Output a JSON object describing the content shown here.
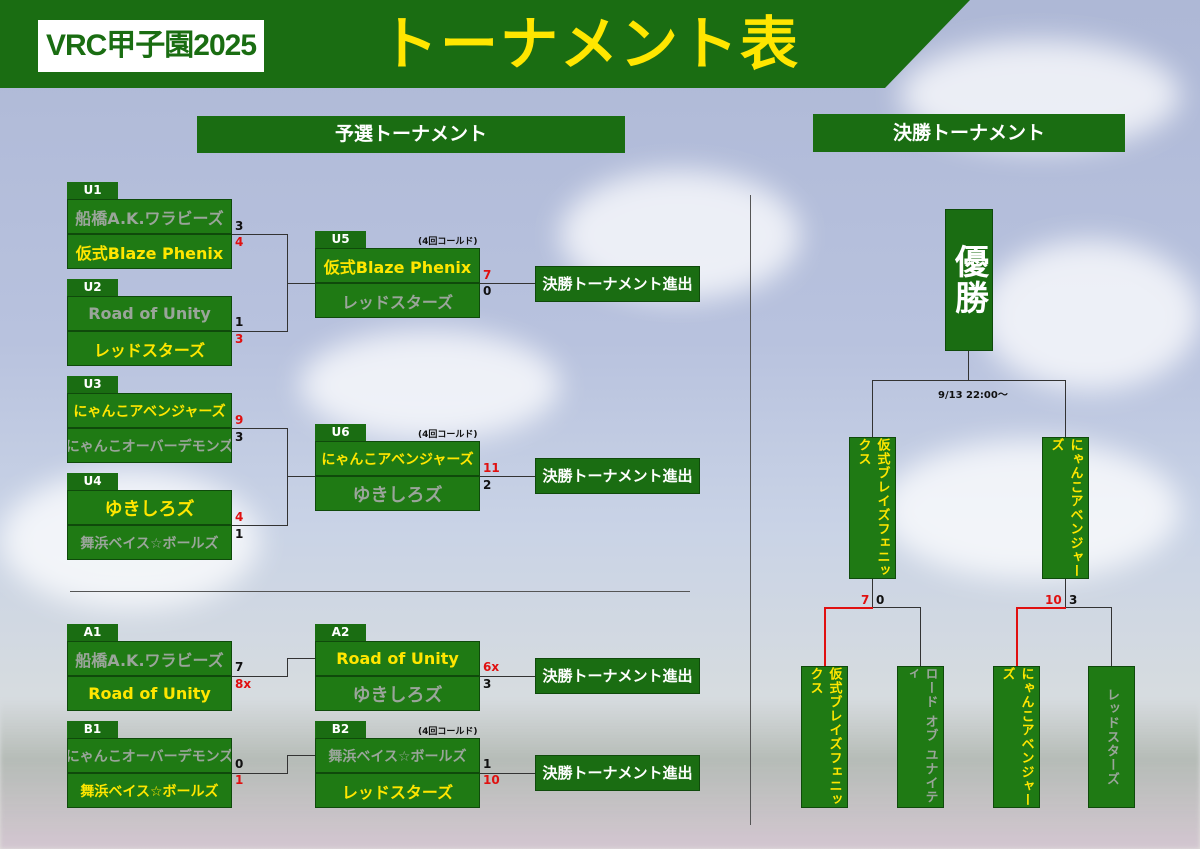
{
  "header": {
    "logo": "VRC甲子園2025",
    "title": "トーナメント表"
  },
  "sections": {
    "prelim": "予選トーナメント",
    "final": "決勝トーナメント"
  },
  "note_cold": "(4回コールド)",
  "advance_label": "決勝トーナメント進出",
  "matches": {
    "U1": {
      "tag": "U1",
      "team1": "船橋A.K.ワラビーズ",
      "score1": "3",
      "team2": "仮式Blaze Phenix",
      "score2": "4"
    },
    "U2": {
      "tag": "U2",
      "team1": "Road of Unity",
      "score1": "1",
      "team2": "レッドスターズ",
      "score2": "3"
    },
    "U3": {
      "tag": "U3",
      "team1": "にゃんこアベンジャーズ",
      "score1": "9",
      "team2": "にゃんこオーバーデモンズ",
      "score2": "3"
    },
    "U4": {
      "tag": "U4",
      "team1": "ゆきしろズ",
      "score1": "4",
      "team2": "舞浜ベイス☆ボールズ",
      "score2": "1"
    },
    "U5": {
      "tag": "U5",
      "team1": "仮式Blaze Phenix",
      "score1": "7",
      "team2": "レッドスターズ",
      "score2": "0"
    },
    "U6": {
      "tag": "U6",
      "team1": "にゃんこアベンジャーズ",
      "score1": "11",
      "team2": "ゆきしろズ",
      "score2": "2"
    },
    "A1": {
      "tag": "A1",
      "team1": "船橋A.K.ワラビーズ",
      "score1": "7",
      "team2": "Road of Unity",
      "score2": "8x"
    },
    "A2": {
      "tag": "A2",
      "team1": "Road of Unity",
      "score1": "6x",
      "team2": "ゆきしろズ",
      "score2": "3"
    },
    "B1": {
      "tag": "B1",
      "team1": "にゃんこオーバーデモンズ",
      "score1": "0",
      "team2": "舞浜ベイス☆ボールズ",
      "score2": "1"
    },
    "B2": {
      "tag": "B2",
      "team1": "舞浜ベイス☆ボールズ",
      "score1": "1",
      "team2": "レッドスターズ",
      "score2": "10"
    }
  },
  "final": {
    "champion": "優勝",
    "date": "9/13  22:00〜",
    "semi_left": "仮式ブレイズフェニックス",
    "semi_right": "にゃんこアベンジャーズ",
    "sf_left_score1": "7",
    "sf_left_score2": "0",
    "sf_right_score1": "10",
    "sf_right_score2": "3",
    "qf": [
      "仮式ブレイズフェニックス",
      "ロード オブ ユナイティ",
      "にゃんこアベンジャーズ",
      "レッドスターズ"
    ]
  },
  "colors": {
    "green": "#1a6d12",
    "yellow": "#ffe600",
    "win_red": "#e01010"
  }
}
